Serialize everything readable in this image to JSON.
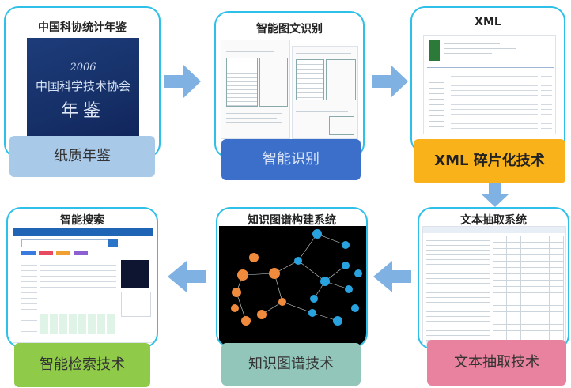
{
  "steps": [
    {
      "title": "中国科协统计年鉴",
      "label": "纸质年鉴",
      "book_year": "2006",
      "book_title": "中国科学技术协会",
      "book_title2": "年鉴"
    },
    {
      "title": "智能图文识别",
      "label": "智能识别"
    },
    {
      "title": "XML",
      "label": "XML 碎片化技术"
    },
    {
      "title": "文本抽取系统",
      "label": "文本抽取技术"
    },
    {
      "title": "知识图谱构建系统",
      "label": "知识图谱技术"
    },
    {
      "title": "智能搜索",
      "label": "智能检索技术"
    }
  ],
  "colors": {
    "card_border": "#2ec0e8",
    "arrow": "#7fb1e3",
    "label_paper": "#a9c9e8",
    "label_recognition": "#3b6fc9",
    "label_xml": "#f9b21a",
    "label_extract": "#e9829e",
    "label_kg": "#93c6ba",
    "label_search": "#8fcb48"
  }
}
